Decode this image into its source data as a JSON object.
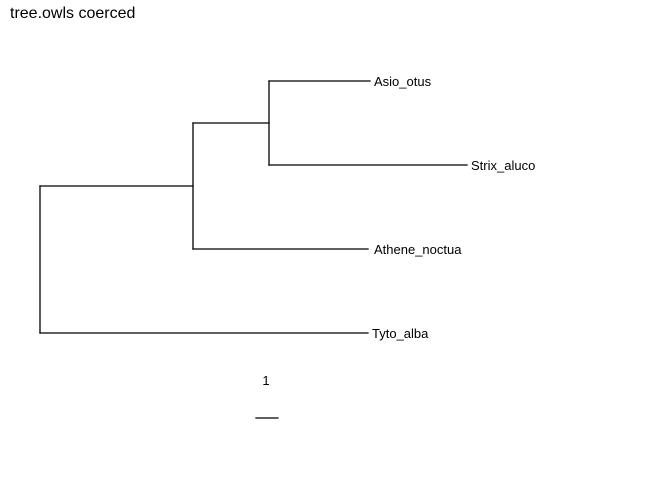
{
  "title": "tree.owls coerced",
  "tree": {
    "tips": [
      "Asio_otus",
      "Strix_aluco",
      "Athene_noctua",
      "Tyto_alba"
    ],
    "scale_bar_label": "1"
  },
  "colors": {
    "edges": "#000000",
    "text": "#000000",
    "background": "#ffffff"
  }
}
